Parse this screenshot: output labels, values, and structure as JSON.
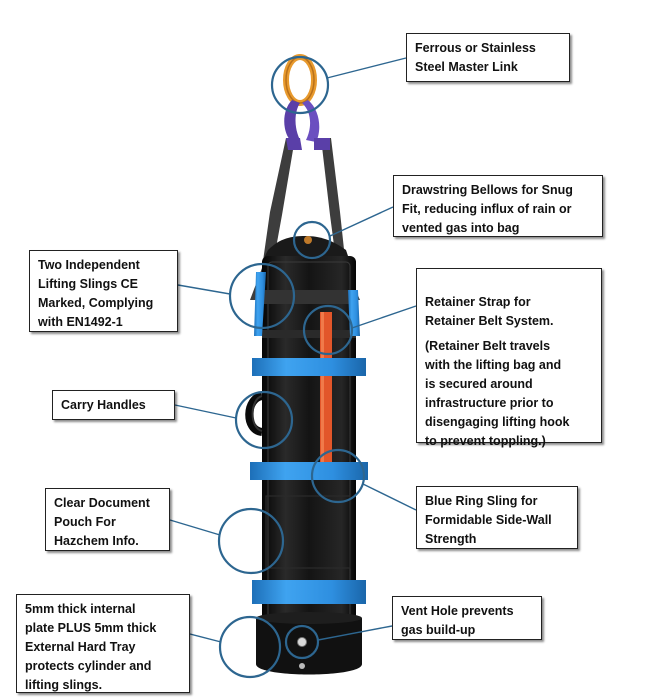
{
  "callouts": {
    "master_link": "Ferrous or Stainless\nSteel Master Link",
    "drawstring": "Drawstring Bellows for Snug\nFit, reducing influx of rain or\nvented gas into bag",
    "lifting_slings": "Two Independent\nLifting Slings CE\nMarked, Complying\nwith EN1492-1",
    "retainer_strap": "Retainer Strap for\nRetainer Belt System.",
    "retainer_note": "(Retainer Belt travels\nwith the lifting bag and\nis secured around\ninfrastructure prior to\ndisengaging lifting hook\nto prevent toppling.)",
    "carry_handles": "Carry Handles",
    "ring_sling": "Blue Ring Sling for\nFormidable Side-Wall\nStrength",
    "document_pouch": "Clear Document\nPouch For\nHazchem Info.",
    "vent_hole": "Vent Hole prevents\ngas build-up",
    "hard_tray": "5mm thick internal\nplate PLUS 5mm thick\nExternal Hard Tray\nprotects cylinder and\nlifting slings."
  },
  "colors": {
    "bag": "#141414",
    "blue_strap": "#2e8fe0",
    "grey_sling": "#3d3d3d",
    "orange_strap": "#e2562a",
    "master_link": "#e89a2e",
    "purple_loop": "#5a3fa8",
    "callout_circle": "#2d6690"
  }
}
